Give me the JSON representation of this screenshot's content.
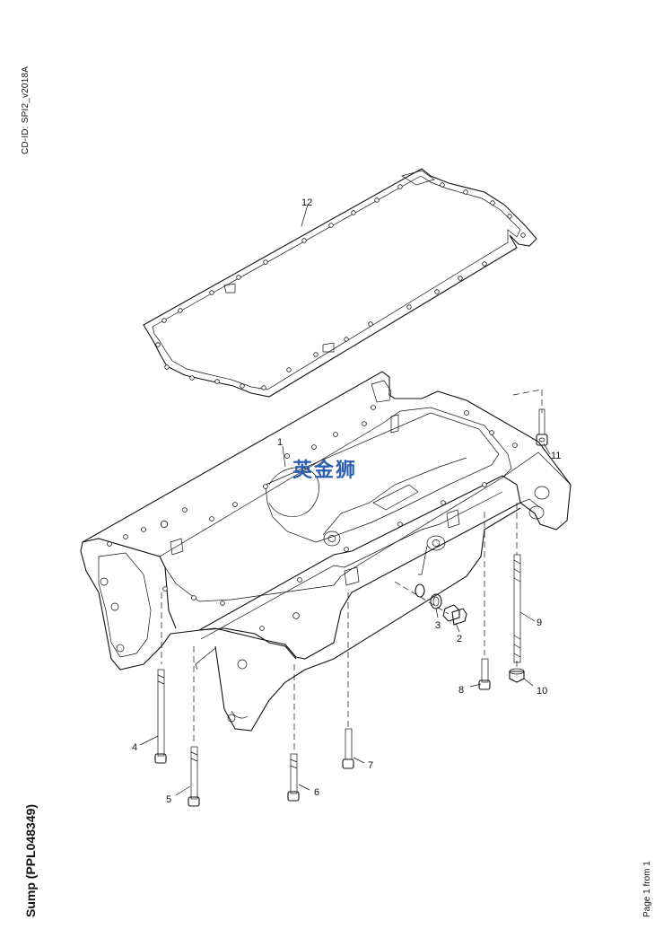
{
  "header": {
    "cd_id": "CD-ID: SPI2_v2018A"
  },
  "footer": {
    "title": "Sump (PPL048349)",
    "page": "Page 1 from 1"
  },
  "watermark": {
    "text": "英金狮",
    "color": "#2d5fb0"
  },
  "callouts": {
    "c1": "1",
    "c2": "2",
    "c3": "3",
    "c4": "4",
    "c5": "5",
    "c6": "6",
    "c7": "7",
    "c8": "8",
    "c9": "9",
    "c10": "10",
    "c11": "11",
    "c12": "12"
  }
}
